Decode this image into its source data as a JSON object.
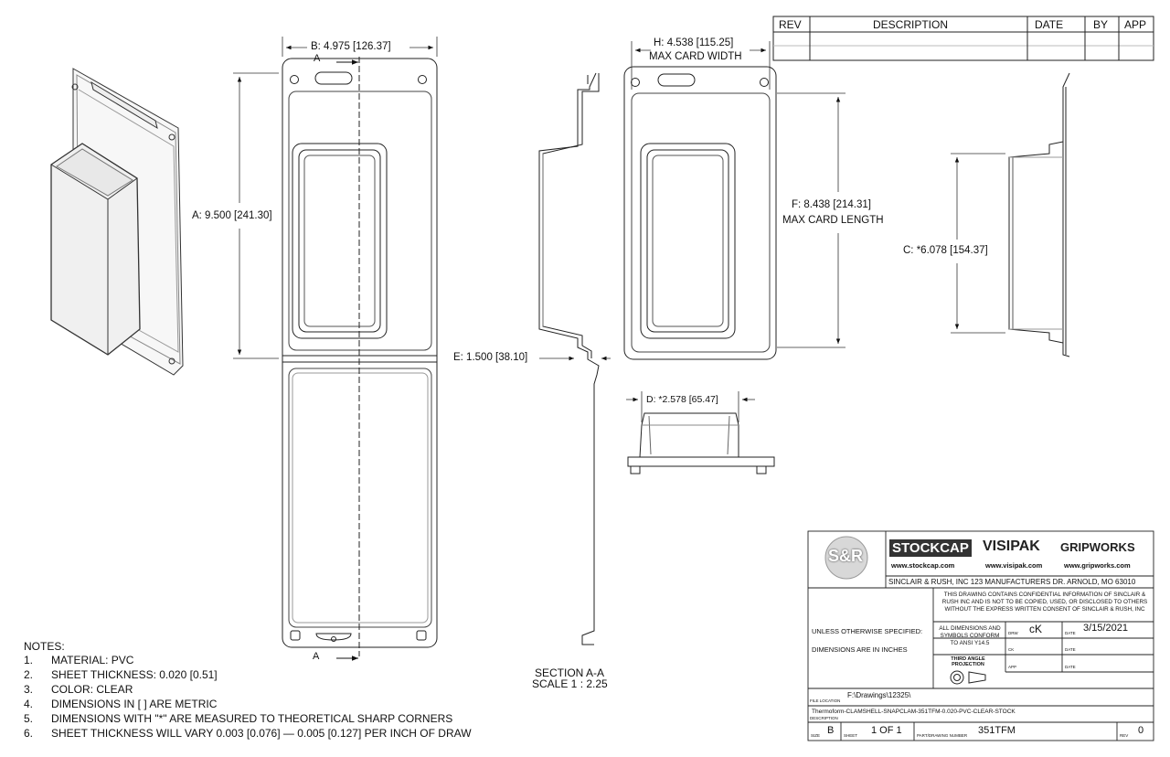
{
  "revision_block": {
    "headers": [
      "REV",
      "DESCRIPTION",
      "DATE",
      "BY",
      "APP"
    ]
  },
  "dimensions": {
    "b": "B: 4.975 [126.37]",
    "a": "A: 9.500 [241.30]",
    "h": "H: 4.538 [115.25]",
    "h_sub": "MAX CARD WIDTH",
    "f": "F: 8.438 [214.31]",
    "f_sub": "MAX CARD LENGTH",
    "c": "C: *6.078 [154.37]",
    "e": "E: 1.500 [38.10]",
    "d": "D: *2.578 [65.47]"
  },
  "section_markers": {
    "top": "A",
    "bottom": "A"
  },
  "section_label": {
    "line1": "SECTION A-A",
    "line2": "SCALE 1 : 2.25"
  },
  "notes": {
    "heading": "NOTES:",
    "items": [
      {
        "num": "1.",
        "text": "MATERIAL: PVC"
      },
      {
        "num": "2.",
        "text": "SHEET THICKNESS: 0.020 [0.51]"
      },
      {
        "num": "3.",
        "text": "COLOR: CLEAR"
      },
      {
        "num": "4.",
        "text": "DIMENSIONS IN [ ] ARE METRIC"
      },
      {
        "num": "5.",
        "text": "DIMENSIONS WITH \"*\" ARE MEASURED TO THEORETICAL SHARP CORNERS"
      },
      {
        "num": "6.",
        "text": "SHEET THICKNESS WILL VARY 0.003 [0.076] — 0.005 [0.127] PER INCH OF DRAW"
      }
    ]
  },
  "title_block": {
    "logo": "S&R",
    "brands": {
      "stockcap": "STOCKCAP",
      "visipak": "VISIPAK",
      "gripworks": "GRIPWORKS"
    },
    "websites": {
      "stockcap": "www.stockcap.com",
      "visipak": "www.visipak.com",
      "gripworks": "www.gripworks.com"
    },
    "company": "SINCLAIR & RUSH, INC 123 MANUFACTURERS DR. ARNOLD, MO 63010",
    "confidential": "THIS DRAWING CONTAINS CONFIDENTIAL INFORMATION OF SINCLAIR & RUSH INC AND IS NOT TO BE COPIED, USED, OR DISCLOSED TO OTHERS WITHOUT THE EXPRESS WRITTEN CONSENT OF SINCLAIR & RUSH, INC",
    "unless": "UNLESS OTHERWISE SPECIFIED:",
    "dims_in_inches": "DIMENSIONS ARE IN INCHES",
    "conform": "ALL DIMENSIONS AND SYMBOLS CONFORM TO ANSI Y14.5",
    "drw_label": "DRW",
    "drw_value": "cK",
    "date_label": "DATE",
    "date_value": "3/15/2021",
    "ck_label": "CK",
    "app_label": "APP",
    "projection": "THIRD ANGLE PROJECTION",
    "file_location_label": "FILE LOCATION",
    "file_location": "F:\\Drawings\\12325\\",
    "description_label": "DESCRIPTION",
    "description": "Thermoform-CLAMSHELL-SNAPCLAM-351TFM-0.020-PVC-CLEAR-STOCK",
    "size_label": "SIZE",
    "size": "B",
    "sheet_label": "SHEET",
    "sheet": "1 OF 1",
    "part_label": "PART/DRAWING NUMBER",
    "part": "351TFM",
    "rev_label": "REV",
    "rev": "0"
  }
}
